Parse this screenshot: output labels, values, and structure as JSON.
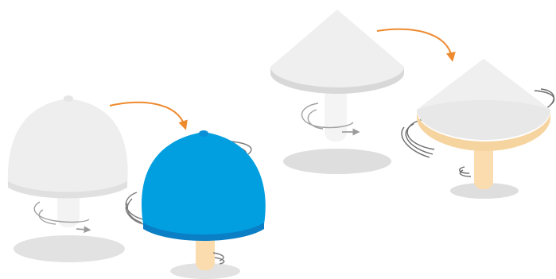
{
  "colors": {
    "background": "#ffffff",
    "cap_light": "#eeeeee",
    "cap_light_top": "#f3f3f3",
    "cap_rim_light": "#e0e0e0",
    "cap_rim_shade": "#d6d6d6",
    "cap_blue": "#029fe0",
    "cap_blue_rim": "#0a7fc6",
    "stem_light": "#f4f4f4",
    "stem_peach": "#fbdcae",
    "cone_gray": "#e7e7e7",
    "cone_gray_light": "#f0f0f0",
    "cone_rim_peach": "#f6d49f",
    "shadow": "#dedede",
    "arrow_orange": "#ee8a2e",
    "spin_lines": "#9c9c9c",
    "spin_lines_dark": "#6c6c6c"
  },
  "transitions": [
    {
      "name": "dome-to-blue-dome",
      "icon": "curved-arrow-icon"
    },
    {
      "name": "cone-to-tilted-cone",
      "icon": "curved-arrow-icon"
    }
  ],
  "spinners": [
    {
      "name": "white-dome-spinner",
      "state": "before",
      "cap_shape": "dome",
      "cap_color": "#eeeeee"
    },
    {
      "name": "blue-dome-spinner",
      "state": "after",
      "cap_shape": "dome",
      "cap_color": "#029fe0"
    },
    {
      "name": "white-cone-spinner",
      "state": "before",
      "cap_shape": "cone",
      "cap_color": "#eeeeee"
    },
    {
      "name": "gray-cone-spinner",
      "state": "after",
      "cap_shape": "cone",
      "cap_color": "#e7e7e7"
    }
  ]
}
